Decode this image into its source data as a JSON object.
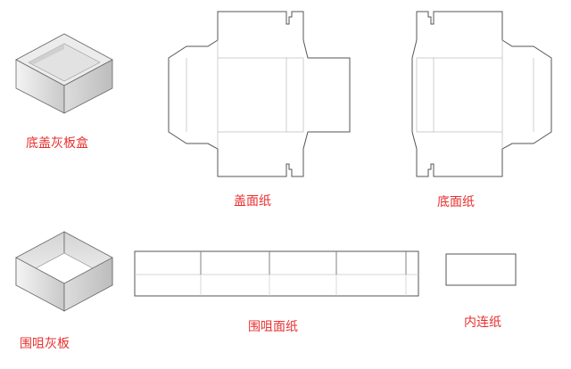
{
  "labels": {
    "lid_base_board": "底盖灰板盒",
    "lid_paper": "盖面纸",
    "bottom_paper": "底面纸",
    "surround_board": "围咀灰板",
    "surround_paper": "围咀面纸",
    "inner_paper": "内连纸"
  },
  "colors": {
    "label": "#e8302f",
    "outline": "#555555",
    "fold_line": "#c8c8c8",
    "box_top": "#eeeeee",
    "box_side": "#d6d6d6"
  }
}
